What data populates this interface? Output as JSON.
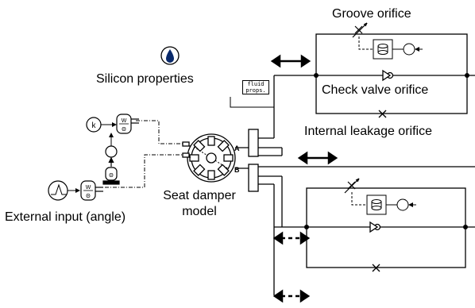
{
  "labels": {
    "groove_orifice": "Groove orifice",
    "check_valve_orifice": "Check valve orifice",
    "internal_leakage_orifice": "Internal leakage orifice",
    "silicon_properties": "Silicon properties",
    "seat_damper_model_line1": "Seat damper",
    "seat_damper_model_line2": "model",
    "external_input": "External input (angle)",
    "fluid_props_line1": "fluid",
    "fluid_props_line2": "props.",
    "port_a": "A",
    "port_b": "B",
    "k_block": "k",
    "w_label": "W",
    "theta_label": "Θ",
    "x_label": "x"
  },
  "colors": {
    "line": "#000000",
    "drop": "#0a2a6b",
    "background": "#ffffff"
  }
}
